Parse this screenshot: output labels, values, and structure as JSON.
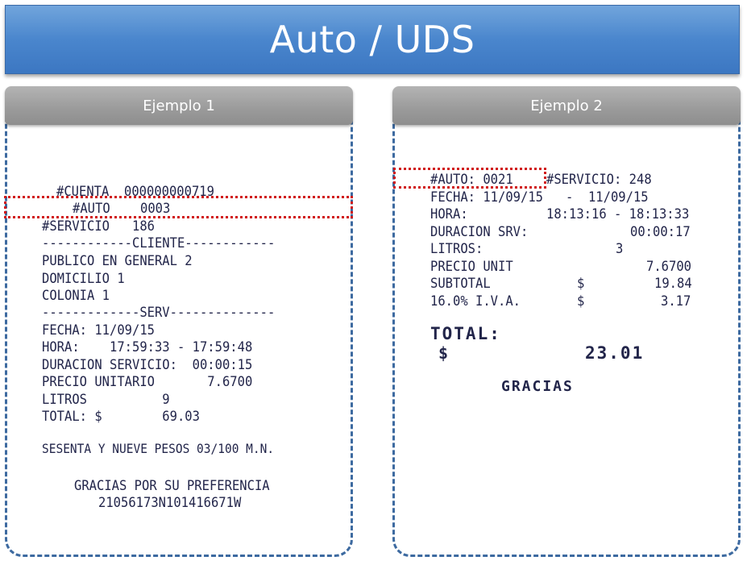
{
  "title": "Auto / UDS",
  "example1": {
    "tab": "Ejemplo 1",
    "receipt": {
      "cuenta": "#CUENTA  000000000719",
      "auto": "#AUTO    0003",
      "servicio": "#SERVICIO   186",
      "sep_cliente": "------------CLIENTE------------",
      "cliente1": "PUBLICO EN GENERAL 2",
      "cliente2": "DOMICILIO 1",
      "cliente3": "COLONIA 1",
      "sep_serv": "-------------SERV--------------",
      "fecha": "FECHA: 11/09/15",
      "hora": "HORA:    17:59:33 - 17:59:48",
      "duracion": "DURACION SERVICIO:  00:00:15",
      "precio": "PRECIO UNITARIO       7.6700",
      "litros": "LITROS          9",
      "total": "TOTAL: $        69.03",
      "letra": "SESENTA Y NUEVE PESOS 03/100 M.N.",
      "gracias": "GRACIAS POR SU PREFERENCIA",
      "codigo": "21056173N101416671W"
    }
  },
  "example2": {
    "tab": "Ejemplo 2",
    "receipt": {
      "auto": "#AUTO: 0021",
      "servicio": "#SERVICIO: 248",
      "fecha": "FECHA: 11/09/15   -  11/09/15",
      "hora_label": "HORA:",
      "hora_value": "18:13:16 - 18:13:33",
      "duracion_label": "DURACION SRV:",
      "duracion_value": "00:00:17",
      "litros_label": "LITROS:",
      "litros_value": "3",
      "precio_label": "PRECIO UNIT",
      "precio_value": "7.6700",
      "subtotal_label": "SUBTOTAL",
      "subtotal_currency": "$",
      "subtotal_value": "19.84",
      "iva_label": "16.0% I.V.A.",
      "iva_currency": "$",
      "iva_value": "3.17",
      "total_label": "TOTAL:",
      "total_currency": "$",
      "total_value": "23.01",
      "gracias": "GRACIAS"
    }
  },
  "colors": {
    "banner": "#4a86cd",
    "panel_border": "#3d6aa0",
    "tab": "#9a9a9a",
    "highlight": "#d01818",
    "print_ink": "#22254a"
  }
}
